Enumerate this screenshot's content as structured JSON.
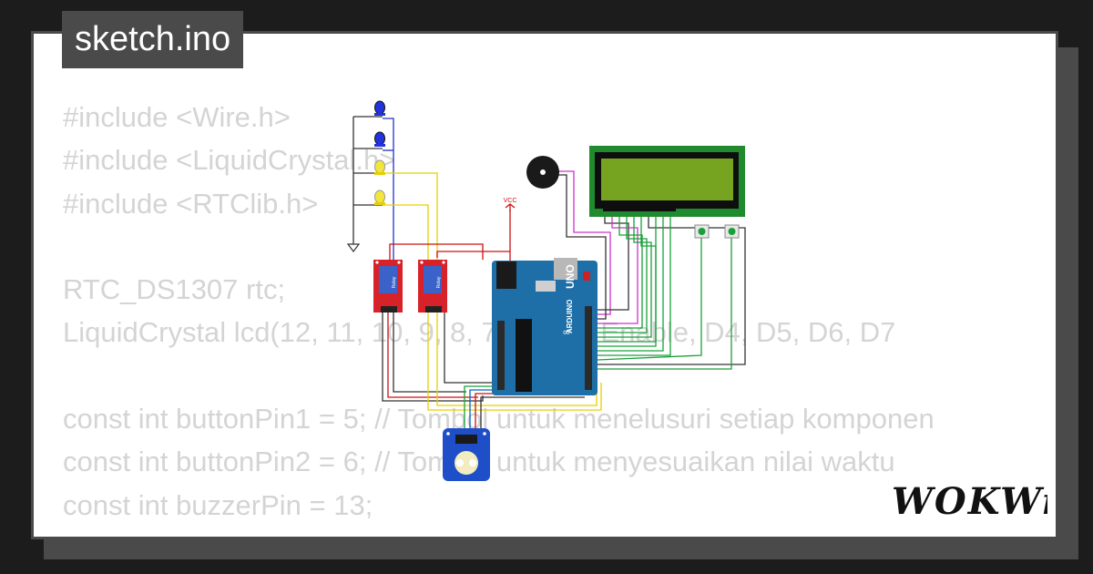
{
  "tab": {
    "filename": "sketch.ino"
  },
  "code": {
    "lines": [
      "#include <Wire.h>",
      "#include <LiquidCrystal.h>",
      "#include <RTClib.h>",
      "",
      "RTC_DS1307 rtc;",
      "LiquidCrystal lcd(12, 11, 10, 9, 8, 7); // RS, Enable, D4, D5, D6, D7",
      "",
      "const int buttonPin1 = 5; // Tombol untuk menelusuri setiap komponen",
      "const int buttonPin2 = 6; // Tombol untuk menyesuaikan nilai waktu",
      "const int buzzerPin = 13;"
    ]
  },
  "circuit": {
    "relay_label": "Relay",
    "vcc_label": "VCC",
    "arduino_brand": "ARDUINO",
    "arduino_model": "UNO"
  },
  "logo": {
    "text": "WOKWi"
  },
  "colors": {
    "background": "#1c1c1c",
    "panel": "#4a4a4a",
    "code_text": "#d4d4d4",
    "arduino_blue": "#1e6fa8",
    "relay_red": "#d8222a",
    "lcd_green": "#1f8a2e"
  }
}
